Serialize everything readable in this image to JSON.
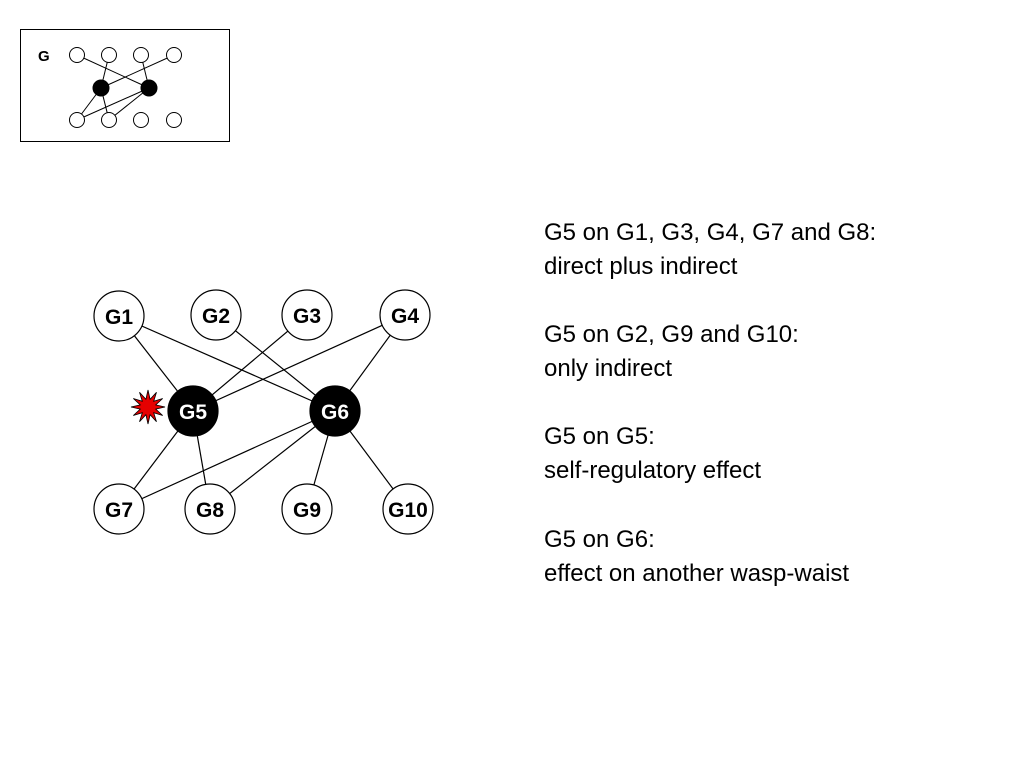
{
  "thumbnail": {
    "label": "G",
    "edges": [
      [
        0,
        5
      ],
      [
        1,
        4
      ],
      [
        2,
        5
      ],
      [
        3,
        4
      ],
      [
        4,
        6
      ],
      [
        4,
        7
      ],
      [
        5,
        6
      ],
      [
        5,
        7
      ]
    ]
  },
  "network": {
    "nodes": [
      {
        "id": "G1",
        "label": "G1",
        "type": "gene"
      },
      {
        "id": "G2",
        "label": "G2",
        "type": "gene"
      },
      {
        "id": "G3",
        "label": "G3",
        "type": "gene"
      },
      {
        "id": "G4",
        "label": "G4",
        "type": "gene"
      },
      {
        "id": "G5",
        "label": "G5",
        "type": "hub",
        "perturbed": true
      },
      {
        "id": "G6",
        "label": "G6",
        "type": "hub"
      },
      {
        "id": "G7",
        "label": "G7",
        "type": "gene"
      },
      {
        "id": "G8",
        "label": "G8",
        "type": "gene"
      },
      {
        "id": "G9",
        "label": "G9",
        "type": "gene"
      },
      {
        "id": "G10",
        "label": "G10",
        "type": "gene"
      }
    ],
    "edges": [
      [
        "G1",
        "G6"
      ],
      [
        "G2",
        "G6"
      ],
      [
        "G3",
        "G5"
      ],
      [
        "G4",
        "G5"
      ],
      [
        "G4",
        "G6"
      ],
      [
        "G1",
        "G5"
      ],
      [
        "G5",
        "G8"
      ],
      [
        "G5",
        "G7"
      ],
      [
        "G6",
        "G7"
      ],
      [
        "G6",
        "G8"
      ],
      [
        "G6",
        "G9"
      ],
      [
        "G6",
        "G10"
      ]
    ],
    "colors": {
      "hub_fill": "#000000",
      "gene_fill": "#ffffff",
      "edge": "#000000",
      "burst_fill": "#e60000",
      "burst_stroke": "#000000"
    }
  },
  "notes": [
    {
      "heading": "G5 on G1, G3, G4, G7 and G8:",
      "body": "direct plus indirect"
    },
    {
      "heading": "G5 on G2, G9 and G10:",
      "body": "only indirect"
    },
    {
      "heading": "G5 on G5:",
      "body": "self-regulatory effect"
    },
    {
      "heading": "G5 on G6:",
      "body": "effect on another wasp-waist"
    }
  ]
}
